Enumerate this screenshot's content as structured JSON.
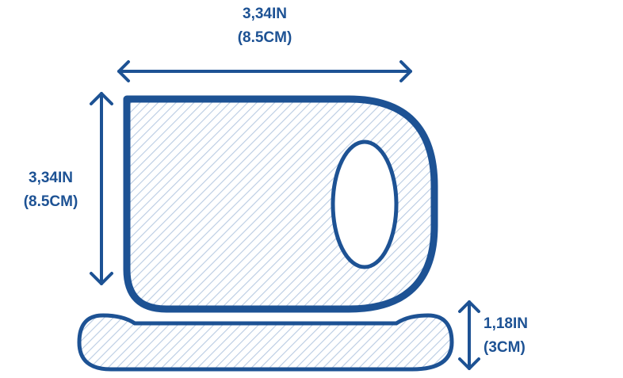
{
  "colors": {
    "stroke": "#1d5294",
    "hatch": "#b9cbe2"
  },
  "width_label": {
    "line1": "3,34IN",
    "line2": "(8.5CM)"
  },
  "height_label": {
    "line1": "3,34IN",
    "line2": "(8.5CM)"
  },
  "base_label": {
    "line1": "1,18IN",
    "line2": "(3CM)"
  }
}
